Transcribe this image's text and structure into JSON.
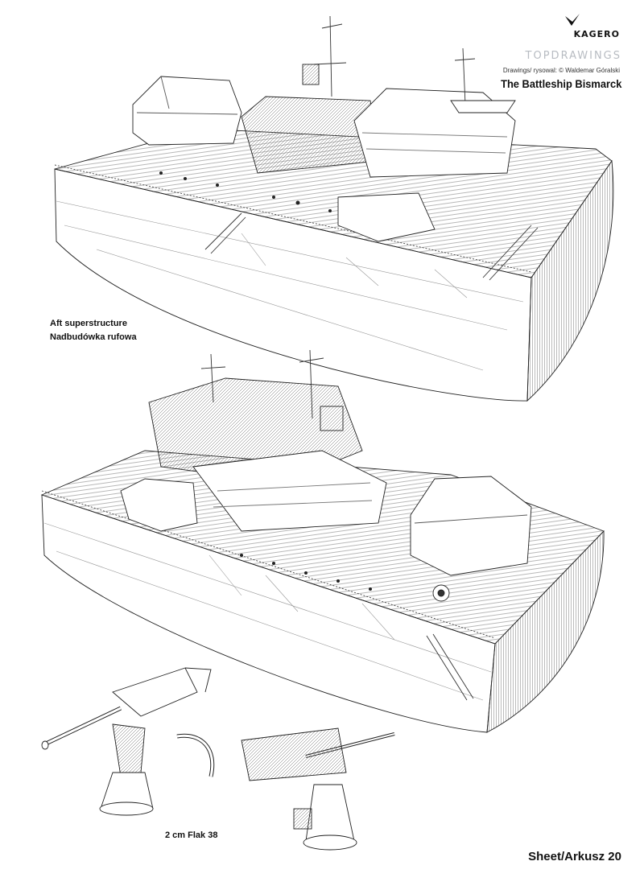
{
  "header": {
    "publisher": "KAGERO",
    "series": "TOPDRAWINGS",
    "credit": "Drawings/ rysowal: © Waldemar Góralski",
    "title": "The Battleship Bismarck"
  },
  "captions": {
    "section_en": "Aft superstructure",
    "section_pl": "Nadbudówka rufowa",
    "weapon": "2 cm Flak 38"
  },
  "footer": {
    "sheet": "Sheet/Arkusz 20"
  }
}
